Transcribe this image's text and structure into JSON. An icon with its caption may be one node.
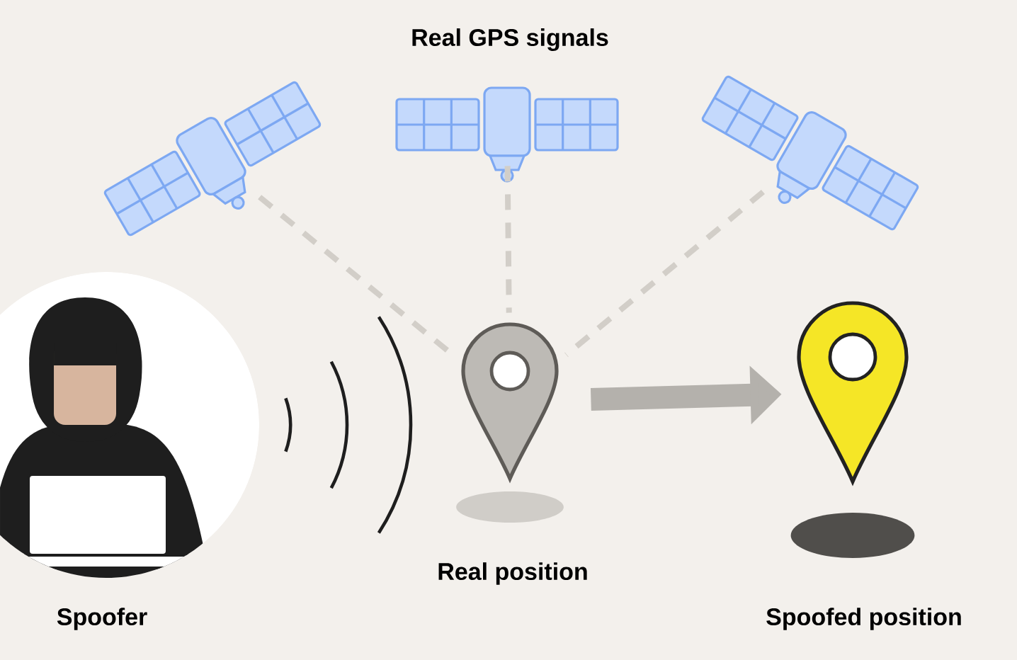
{
  "diagram": {
    "nodes": [
      {
        "text": [],
        "shape": "picture"
      },
      {
        "text": [],
        "shape": "picture"
      },
      {
        "text": [],
        "shape": "picture"
      },
      {
        "text": [
          "Spoofer"
        ]
      },
      {
        "text": [
          "Real position"
        ]
      },
      {
        "text": [
          "Spoofed position"
        ]
      }
    ],
    "edges": [
      {
        "from": 0,
        "to": 4,
        "arrow": "none",
        "style": "dashed"
      },
      {
        "from": 1,
        "to": 4,
        "arrow": "none",
        "style": "dashed"
      },
      {
        "from": 2,
        "to": 4,
        "arrow": "none",
        "style": "dashed"
      },
      {
        "from": 4,
        "to": 5,
        "arrow": "to",
        "style": "thick",
        "color": "#b4b1ac"
      }
    ],
    "labels": [
      "Real GPS signals"
    ]
  }
}
